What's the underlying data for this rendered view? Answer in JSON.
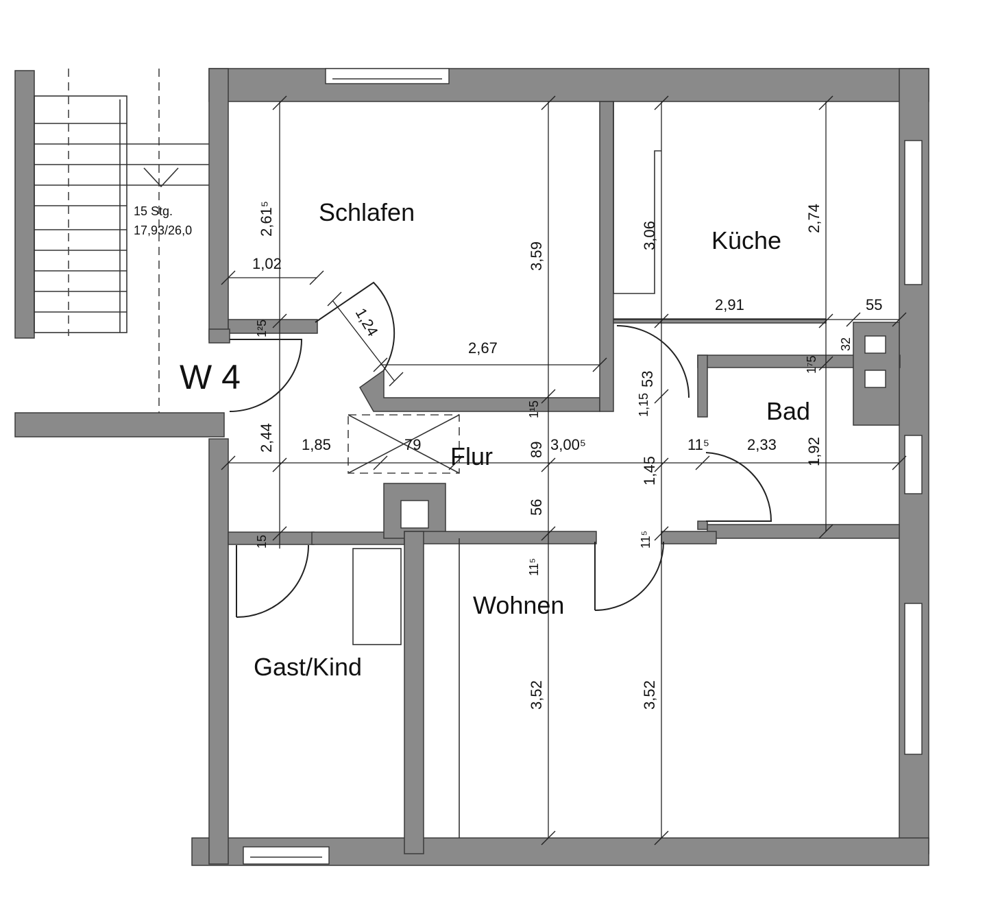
{
  "unit_label": "W 4",
  "stairs": {
    "count": "15 Stg.",
    "ratio": "17,93/26,0"
  },
  "rooms": {
    "schlafen": "Schlafen",
    "kueche": "Küche",
    "bad": "Bad",
    "flur": "Flur",
    "wohnen": "Wohnen",
    "gast": "Gast/Kind"
  },
  "dimensions": {
    "schlafen_depth_left": "2,61⁵",
    "schlafen_depth": "3,59",
    "schlafen_niche_width": "1,02",
    "schlafen_width": "2,67",
    "door_schlafen": "1,24",
    "wall_schlafen_low": "1²5",
    "kueche_depth_left": "3,06",
    "kueche_depth_right": "2,74",
    "kueche_width": "2,91",
    "kueche_side": "55",
    "kueche_small": "32",
    "bad_top": "1⁷5",
    "flur_upper": "1,15",
    "flur_53": "53",
    "wall_flur_top": "1¹5",
    "flur_left_depth": "2,44",
    "flur_width_left": "1,85",
    "closet_width": "79",
    "flur_89": "89",
    "flur_width": "3,00⁵",
    "bad_wall": "11⁵",
    "bad_width": "2,33",
    "bad_depth": "1,92",
    "flur_depth": "1,45",
    "flur_56": "56",
    "wall_gast": "15",
    "wall_wohnen_1": "11⁵",
    "wall_wohnen_2": "11⁵",
    "wohnen_depth_1": "3,52",
    "wohnen_depth_2": "3,52"
  }
}
